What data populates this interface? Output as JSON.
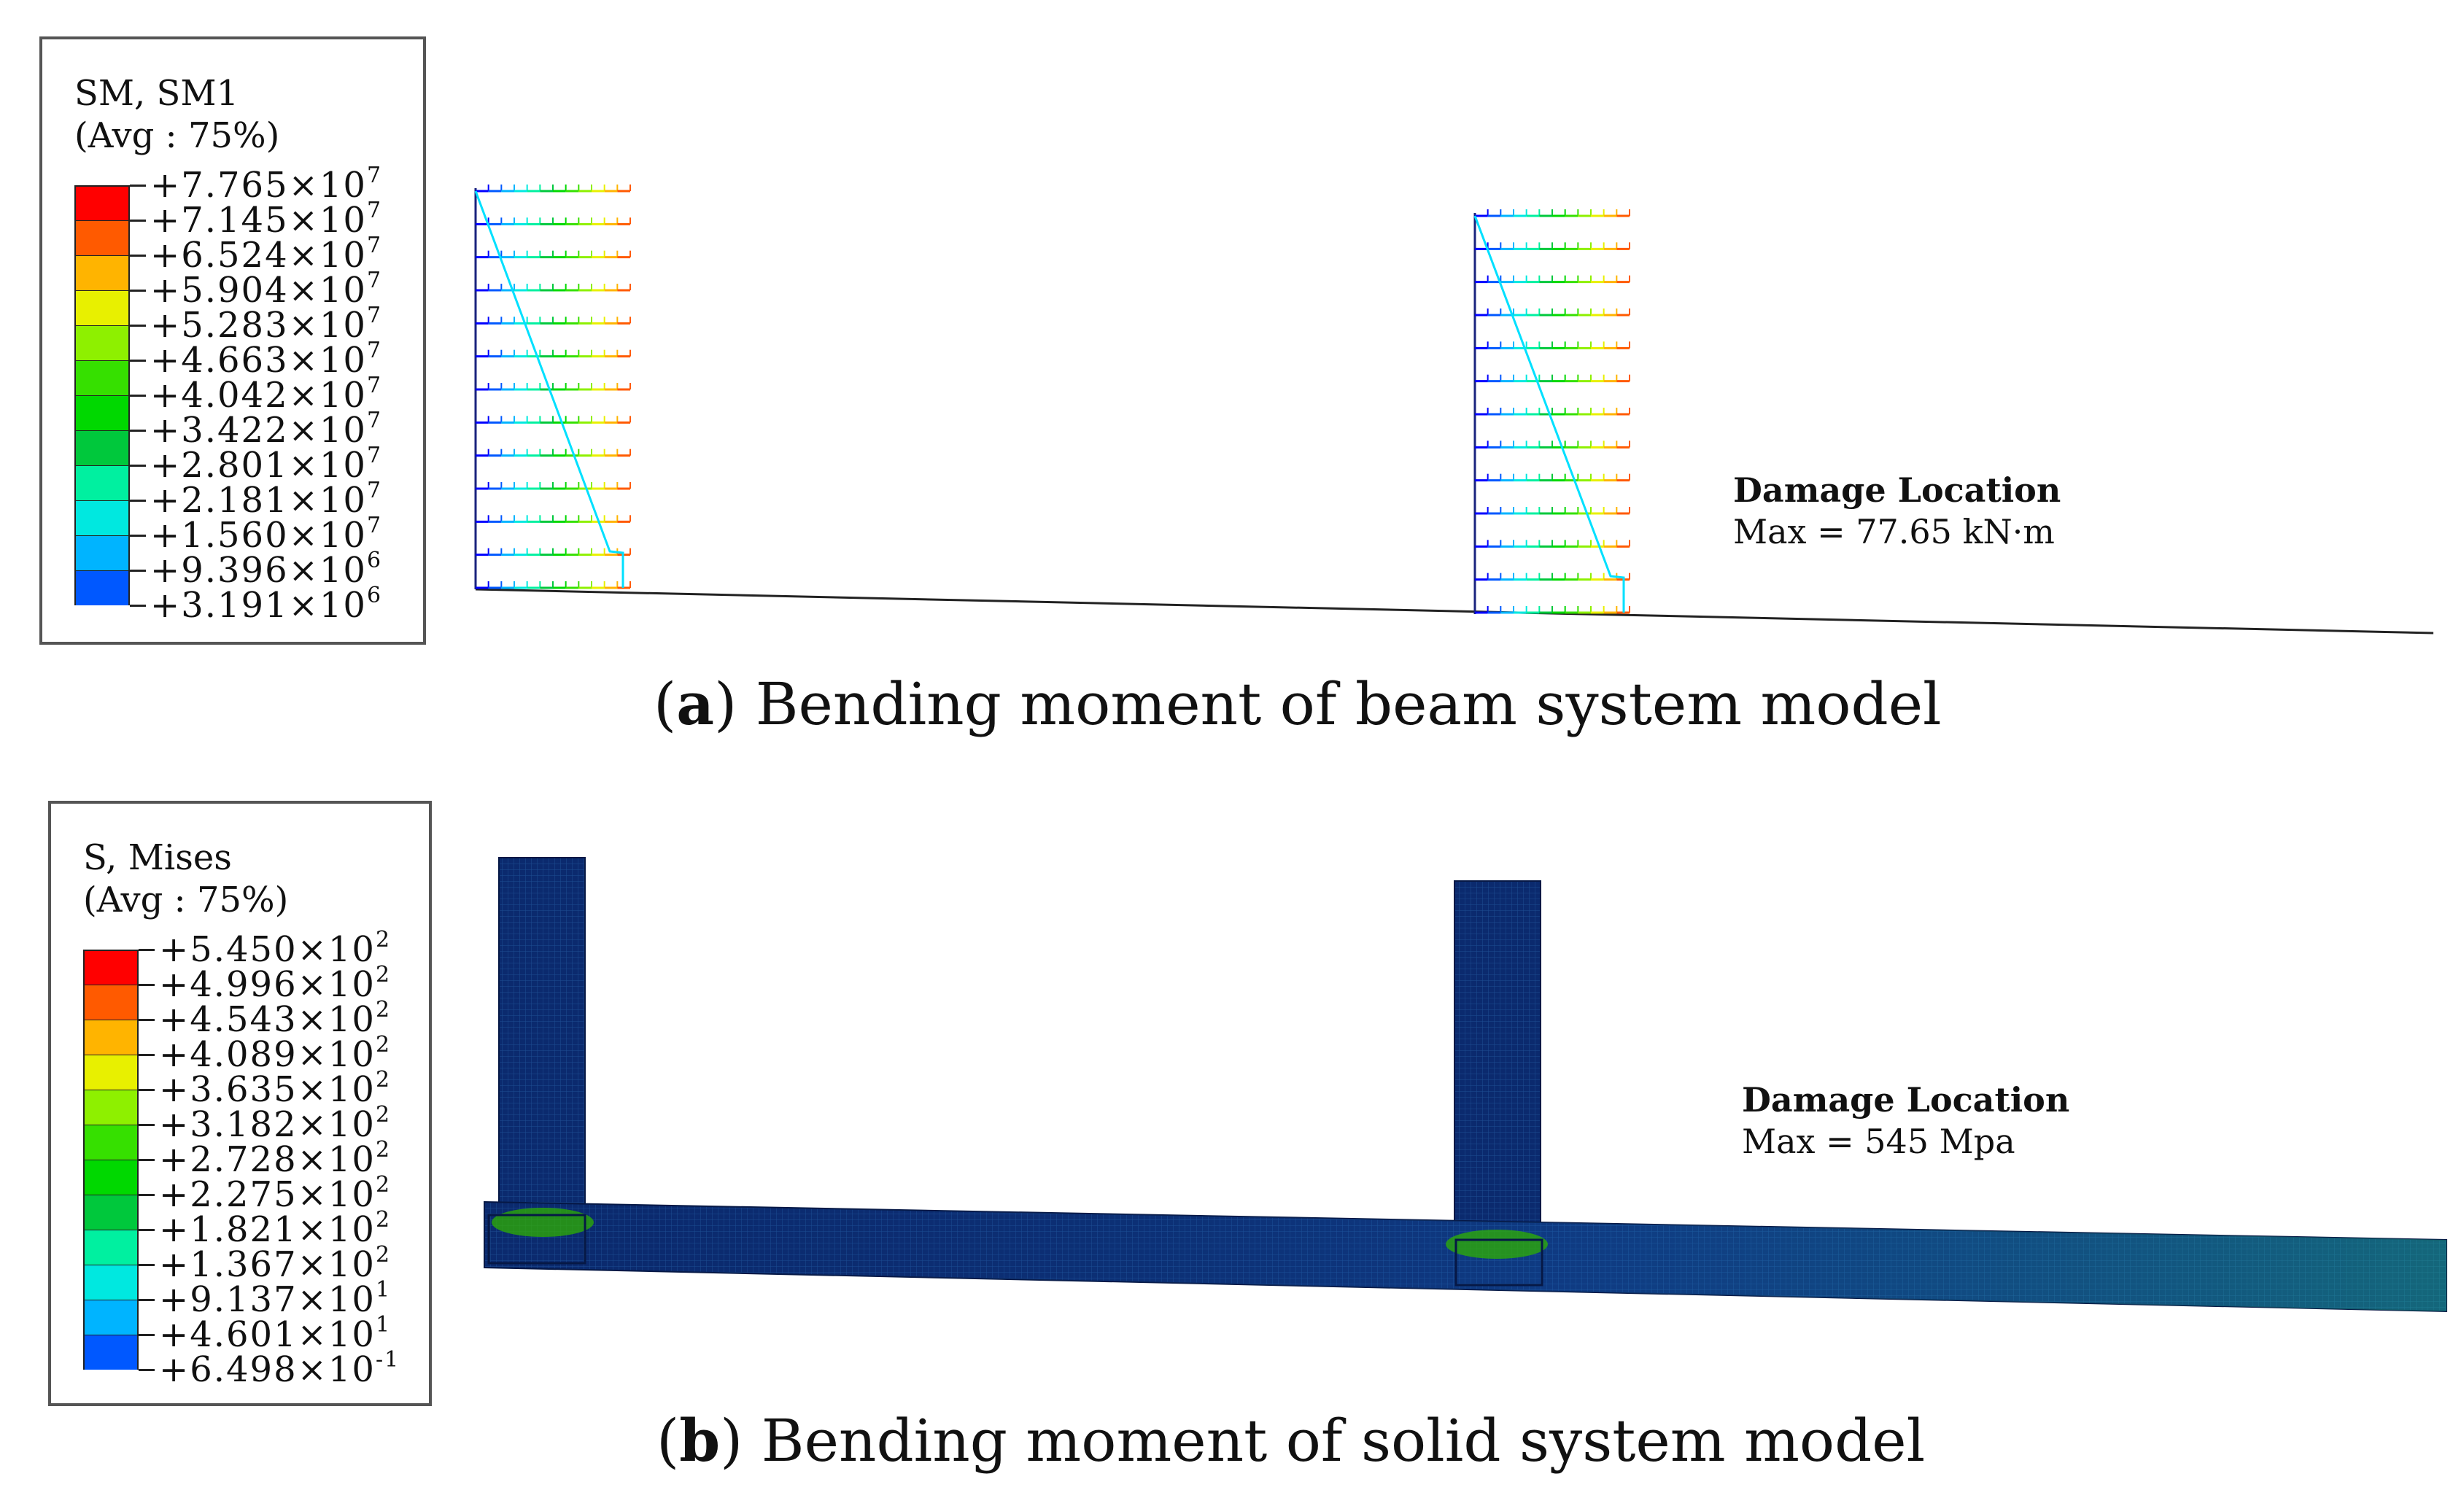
{
  "panel_a": {
    "legend": {
      "title_line1": "SM, SM1",
      "title_line2": "(Avg : 75%)",
      "ticks": [
        {
          "mant": "+7.765",
          "exp": "7"
        },
        {
          "mant": "+7.145",
          "exp": "7"
        },
        {
          "mant": "+6.524",
          "exp": "7"
        },
        {
          "mant": "+5.904",
          "exp": "7"
        },
        {
          "mant": "+5.283",
          "exp": "7"
        },
        {
          "mant": "+4.663",
          "exp": "7"
        },
        {
          "mant": "+4.042",
          "exp": "7"
        },
        {
          "mant": "+3.422",
          "exp": "7"
        },
        {
          "mant": "+2.801",
          "exp": "7"
        },
        {
          "mant": "+2.181",
          "exp": "7"
        },
        {
          "mant": "+1.560",
          "exp": "7"
        },
        {
          "mant": "+9.396",
          "exp": "6"
        },
        {
          "mant": "+3.191",
          "exp": "6"
        }
      ]
    },
    "annotation": {
      "title": "Damage Location",
      "value": "Max = 77.65 kN·m"
    },
    "caption_letter": "a",
    "caption_text": "Bending moment of beam system model"
  },
  "panel_b": {
    "legend": {
      "title_line1": "S, Mises",
      "title_line2": "(Avg : 75%)",
      "ticks": [
        {
          "mant": "+5.450",
          "exp": "2"
        },
        {
          "mant": "+4.996",
          "exp": "2"
        },
        {
          "mant": "+4.543",
          "exp": "2"
        },
        {
          "mant": "+4.089",
          "exp": "2"
        },
        {
          "mant": "+3.635",
          "exp": "2"
        },
        {
          "mant": "+3.182",
          "exp": "2"
        },
        {
          "mant": "+2.728",
          "exp": "2"
        },
        {
          "mant": "+2.275",
          "exp": "2"
        },
        {
          "mant": "+1.821",
          "exp": "2"
        },
        {
          "mant": "+1.367",
          "exp": "2"
        },
        {
          "mant": "+9.137",
          "exp": "1"
        },
        {
          "mant": "+4.601",
          "exp": "1"
        },
        {
          "mant": "+6.498",
          "exp": "-1"
        }
      ]
    },
    "annotation": {
      "title": "Damage Location",
      "value": "Max = 545 Mpa"
    },
    "caption_letter": "b",
    "caption_text": "Bending moment of solid system model"
  },
  "colormap": [
    "#ff0000",
    "#ff5a00",
    "#ffb400",
    "#e8f000",
    "#8ef000",
    "#36e000",
    "#00d800",
    "#00c83c",
    "#00f0a0",
    "#00e8e0",
    "#00b4ff",
    "#0058ff",
    "#0000ff"
  ],
  "colors": {
    "element_line": "#0a2c6a",
    "solid_body": "#0b2a6e",
    "mesh_light": "#2a6ab0",
    "hotspot": "#2fb000",
    "deformed_shape": "#00e0ff"
  }
}
